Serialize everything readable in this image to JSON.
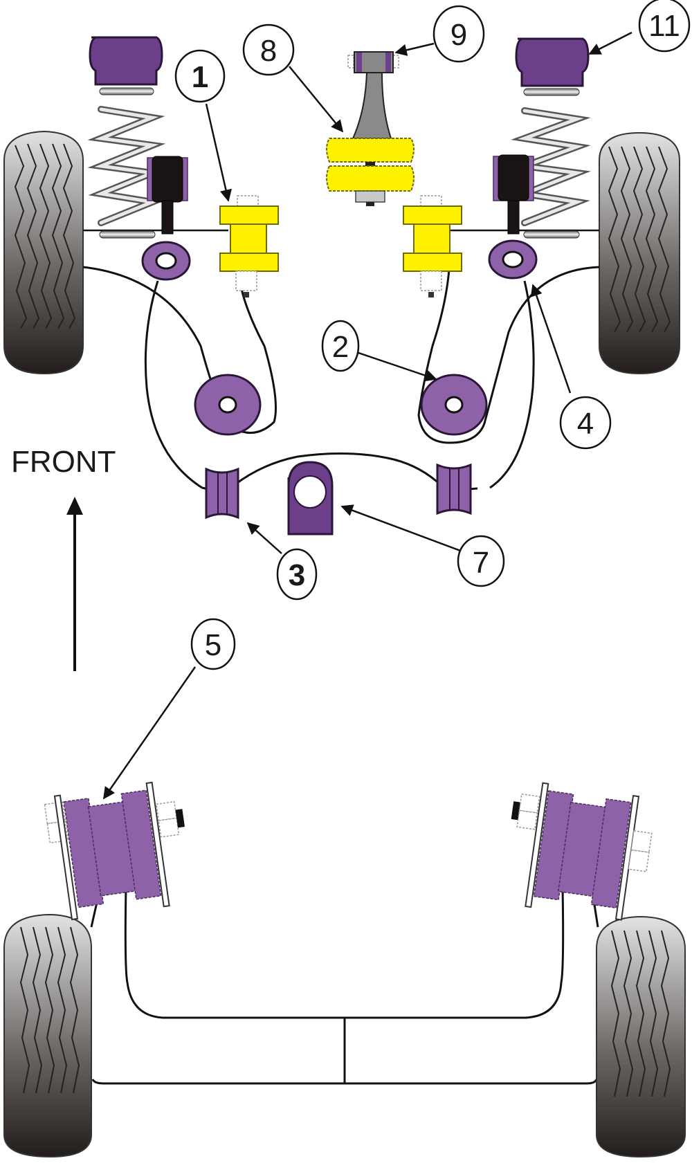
{
  "diagram": {
    "title": "Suspension bush layout",
    "direction_label": "FRONT",
    "colors": {
      "bush_purple": "#6b3f8a",
      "bush_purple_light": "#8e62a8",
      "bush_yellow": "#fff200",
      "tyre_top": "#d8d8d8",
      "tyre_bottom": "#2a2523",
      "spring": "#b8b8b8",
      "outline": "#111111"
    },
    "callouts": [
      {
        "id": "1",
        "label": "1",
        "part": "subframe-mount-yellow"
      },
      {
        "id": "2",
        "label": "2",
        "part": "lower-arm-rear-bush"
      },
      {
        "id": "3",
        "label": "3",
        "part": "anti-roll-bar-bush"
      },
      {
        "id": "4",
        "label": "4",
        "part": "lower-arm-front-bush"
      },
      {
        "id": "5",
        "label": "5",
        "part": "rear-beam-mount-bush"
      },
      {
        "id": "7",
        "label": "7",
        "part": "anti-roll-bar-mount-bush"
      },
      {
        "id": "8",
        "label": "8",
        "part": "engine-mount-insert-yellow"
      },
      {
        "id": "9",
        "label": "9",
        "part": "engine-mount-link-bush"
      },
      {
        "id": "11",
        "label": "11",
        "part": "top-mount-bush"
      }
    ]
  }
}
